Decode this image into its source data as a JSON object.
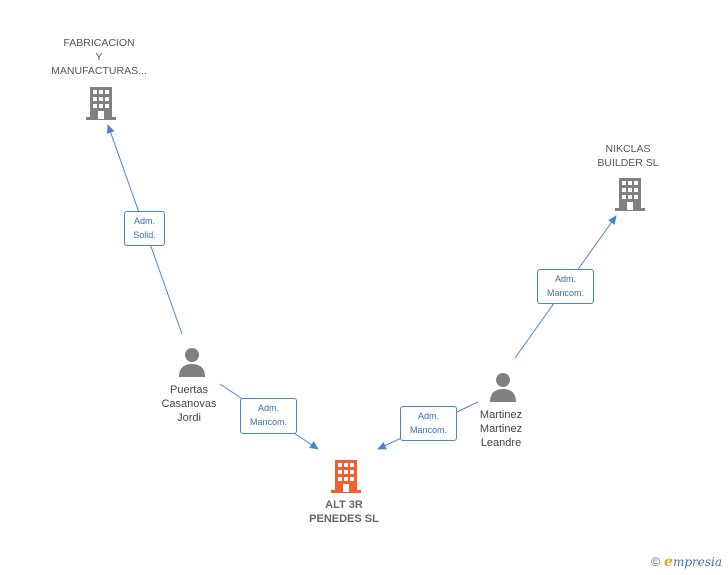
{
  "nodes": {
    "fabricacion": {
      "lines": [
        "FABRICACION",
        "Y",
        "MANUFACTURAS..."
      ],
      "icon": "building-icon",
      "color": "#808080"
    },
    "nikclas": {
      "lines": [
        "NIKCLAS",
        "BUILDER  SL"
      ],
      "icon": "building-icon",
      "color": "#808080"
    },
    "alt3r": {
      "lines": [
        "ALT 3R",
        "PENEDES  SL"
      ],
      "icon": "building-icon",
      "color": "#f06030"
    },
    "puertas": {
      "lines": [
        "Puertas",
        "Casanovas",
        "Jordi"
      ],
      "icon": "person-icon",
      "color": "#808080"
    },
    "martinez": {
      "lines": [
        "Martinez",
        "Martinez",
        "Leandre"
      ],
      "icon": "person-icon",
      "color": "#808080"
    }
  },
  "edges": {
    "puertas_fabricacion": [
      "Adm.",
      "Solid."
    ],
    "puertas_alt3r": [
      "Adm.",
      "Mancom."
    ],
    "martinez_alt3r": [
      "Adm.",
      "Mancom."
    ],
    "martinez_nikclas": [
      "Adm.",
      "Mancom."
    ]
  },
  "watermark": {
    "copyright": "©",
    "brand_initial": "e",
    "brand_rest": "mpresia"
  },
  "colors": {
    "edge": "#4a86d0",
    "company": "#808080",
    "main_company": "#f06030"
  }
}
